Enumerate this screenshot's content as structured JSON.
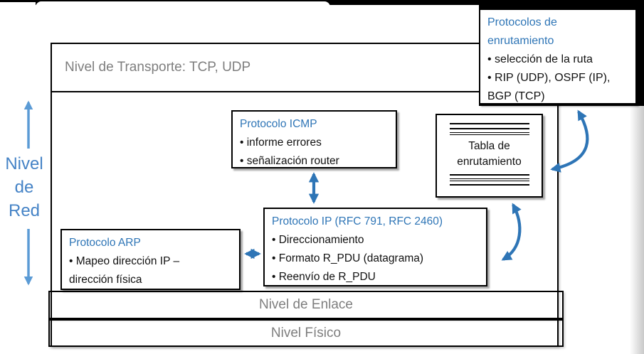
{
  "colors": {
    "title_blue": "#2E75B6",
    "arrow_dark": "#2E75B6",
    "arrow_light": "#5B9BD5",
    "side_label_blue": "#4583C6",
    "gray_text": "#7E7E7E",
    "line_black": "#000000"
  },
  "layers": {
    "transport": "Nivel de Transporte: TCP, UDP",
    "link": "Nivel de Enlace",
    "physical": "Nivel Físico"
  },
  "side_label": {
    "line1": "Nivel",
    "line2": "de",
    "line3": "Red"
  },
  "boxes": {
    "icmp": {
      "title": "Protocolo ICMP",
      "bullet1": "• informe errores",
      "bullet2": "• señalización router"
    },
    "ip": {
      "title": "Protocolo IP (RFC 791, RFC 2460)",
      "bullet1": "• Direccionamiento",
      "bullet2": "• Formato R_PDU (datagrama)",
      "bullet3": "• Reenvío de R_PDU"
    },
    "arp": {
      "title": "Protocolo ARP",
      "bullet1": "• Mapeo dirección IP –",
      "bullet1_cont": "dirección física"
    },
    "routing_protocols": {
      "title_line1": "Protocolos de",
      "title_line2": "enrutamiento",
      "bullet1": "• selección de la ruta",
      "bullet2": "• RIP (UDP), OSPF (IP),",
      "bullet2_cont": "BGP (TCP)"
    },
    "routing_table": {
      "label_line1": "Tabla de",
      "label_line2": "enrutamiento"
    }
  },
  "icons": {
    "icmp_ip_arrow": "double-headed-vertical-arrow",
    "arp_ip_arrow": "double-headed-horizontal-arrow",
    "network_layer_up_arrow": "up-arrow",
    "network_layer_down_arrow": "down-arrow",
    "routing_table_to_protocols_arrow": "curved-double-headed-arrow",
    "routing_table_to_ip_arrow": "curved-double-headed-arrow",
    "routing_table_rows": "stacked-horizontal-lines"
  }
}
